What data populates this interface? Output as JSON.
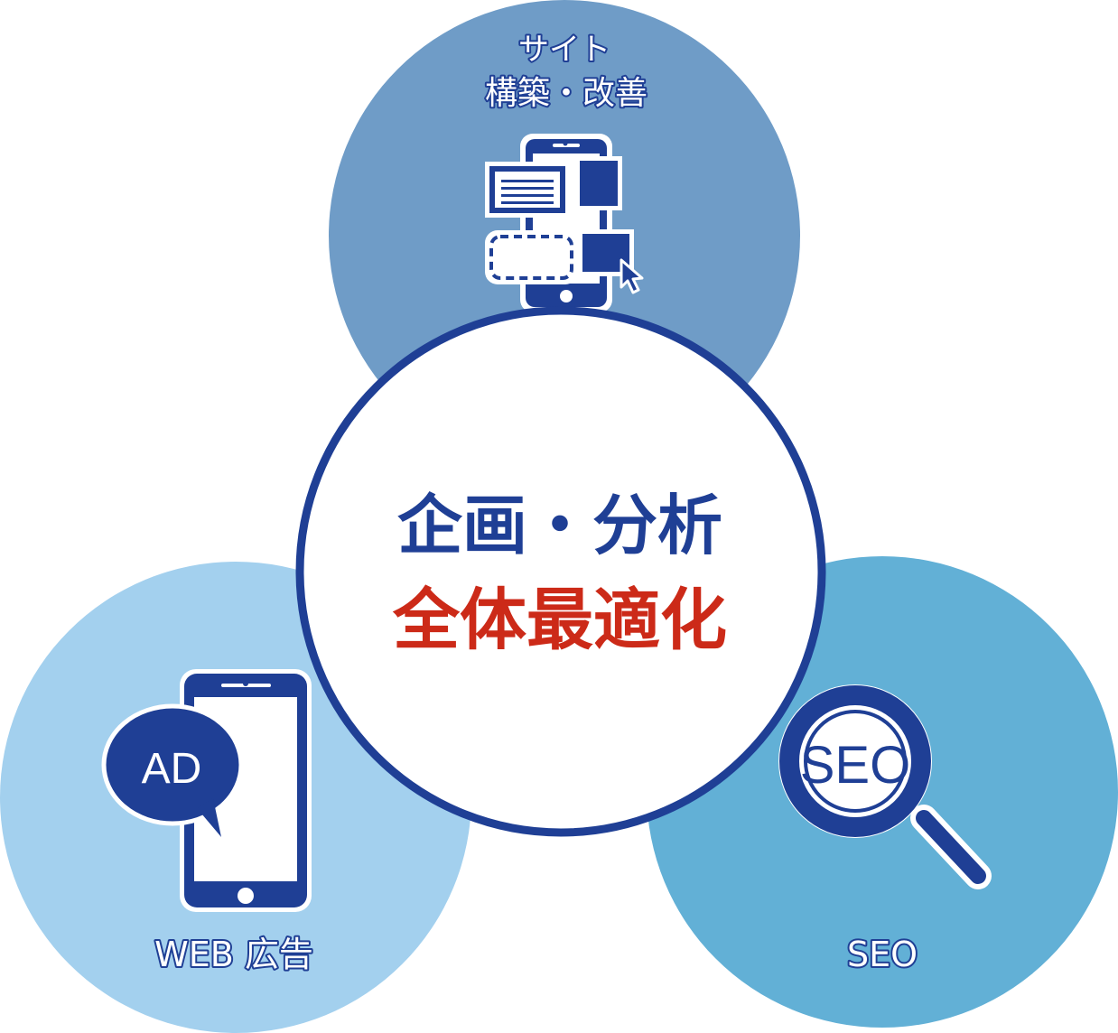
{
  "top": {
    "label_line1": "サイト",
    "label_line2": "構築・改善"
  },
  "left": {
    "label": "WEB 広告",
    "badge": "AD"
  },
  "right": {
    "label": "SEO",
    "badge": "SEO"
  },
  "center": {
    "line1": "企画・分析",
    "line2": "全体最適化"
  },
  "colors": {
    "top_circle": "#6f9cc7",
    "left_circle": "#a3d0ee",
    "right_circle": "#62b0d6",
    "navy": "#1f3f95",
    "accent_red": "#cc2a18"
  },
  "icons": [
    "smartphone-layout-icon",
    "cursor-icon",
    "smartphone-ad-icon",
    "speech-bubble-icon",
    "magnifier-seo-icon"
  ]
}
